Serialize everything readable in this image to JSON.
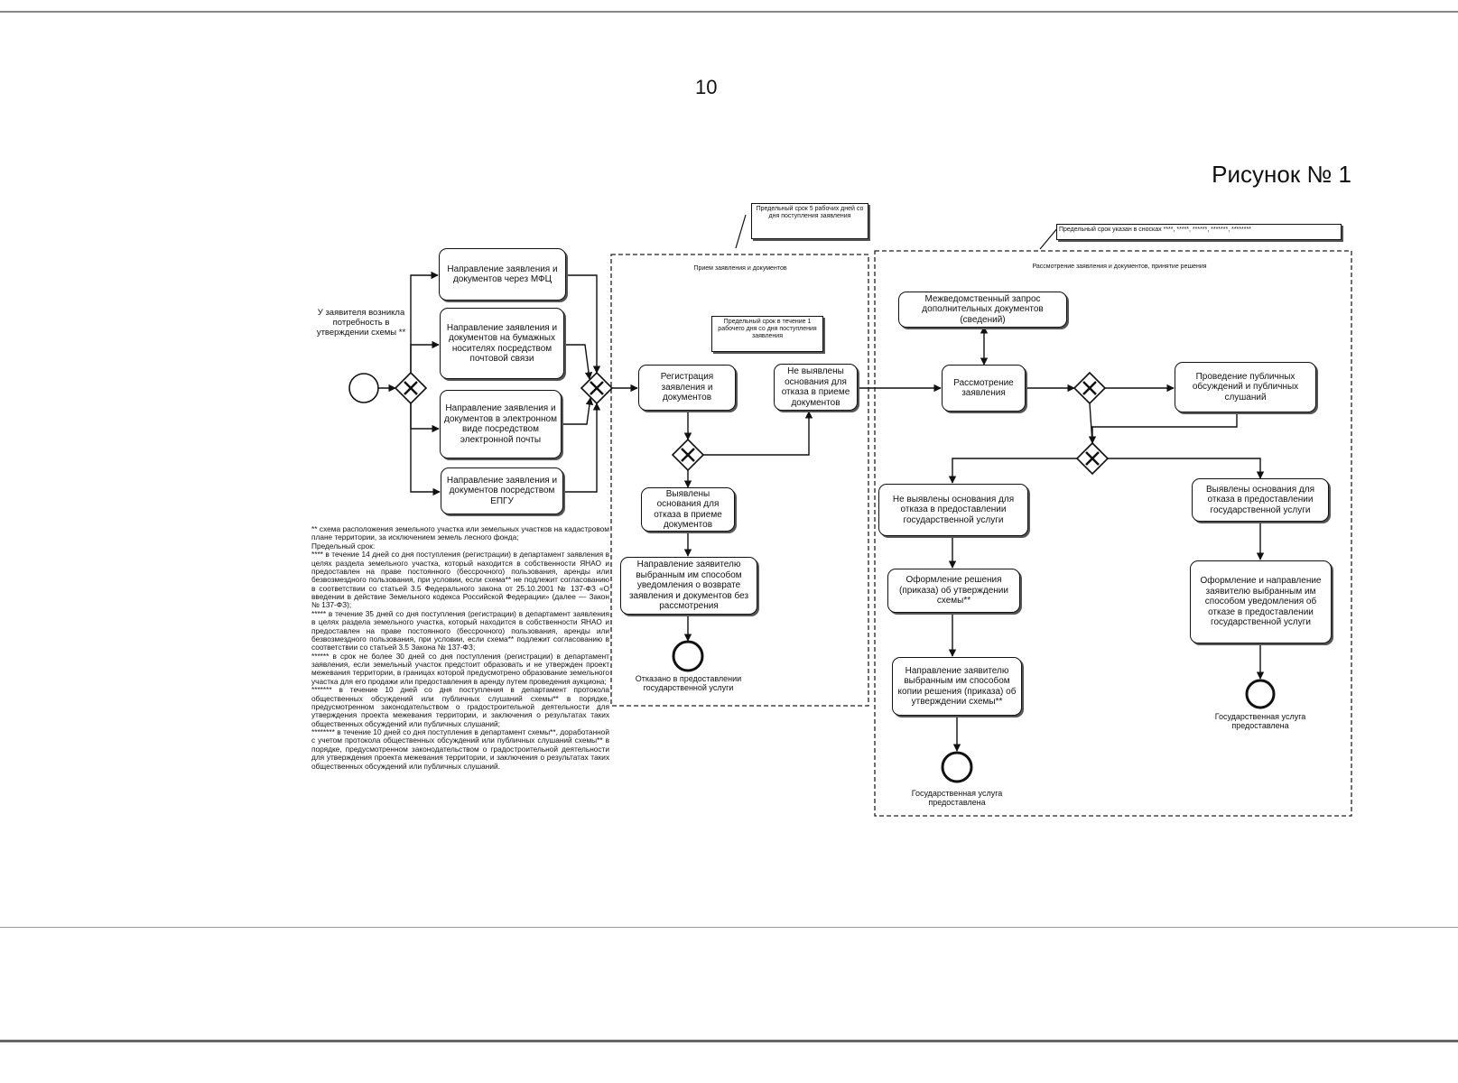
{
  "page": {
    "number": "10",
    "figure_title": "Рисунок № 1"
  },
  "notes": {
    "deadline_intake": "Предельный срок 5 рабочих дней со дня поступления заявления",
    "deadline_review": "Предельный срок указан в сносках ****, *****, ******, *******, ********",
    "deadline_registration": "Предельный срок в течение 1 рабочего дня со дня поступления заявления"
  },
  "lanes": {
    "intake": "Прием заявления и документов",
    "review": "Рассмотрение заявления и документов, принятие решения"
  },
  "nodes": {
    "start": "У заявителя возникла потребность в утверждении схемы **",
    "via_mfc": "Направление заявления и документов через МФЦ",
    "via_post": "Направление заявления и документов на бумажных носителях посредством почтовой связи",
    "via_email": "Направление заявления и документов в электронном виде посредством электронной почты",
    "via_epgu": "Направление заявления и документов посредством ЕПГУ",
    "registration": "Регистрация заявления и документов",
    "no_grounds_intake": "Не выявлены основания для отказа в приеме документов",
    "grounds_intake": "Выявлены основания для отказа в приеме документов",
    "return_notice": "Направление заявителю выбранным им способом уведомления о возврате заявления и документов без рассмотрения",
    "end_refused": "Отказано в предоставлении государственной услуги",
    "interagency": "Межведомственный запрос дополнительных документов (сведений)",
    "review": "Рассмотрение заявления",
    "public_hearings": "Проведение публичных обсуждений и публичных слушаний",
    "no_grounds_refusal": "Не выявлены основания для отказа в предоставлении государственной услуги",
    "grounds_refusal": "Выявлены основания для отказа в предоставлении государственной услуги",
    "decision": "Оформление решения (приказа) об утверждении схемы**",
    "send_decision": "Направление заявителю выбранным им способом копии решения (приказа) об утверждении схемы**",
    "refusal_notice": "Оформление и направление заявителю выбранным им способом уведомления об отказе в предоставлении государственной услуги",
    "end_provided_1": "Государственная услуга предоставлена",
    "end_provided_2": "Государственная услуга предоставлена"
  },
  "footnote": "** схема расположения земельного участка или земельных участков на кадастровом плане территории, за исключением земель лесного фонда;\nПредельный срок:\n**** в течение 14 дней со дня поступления (регистрации) в департамент заявления в целях раздела земельного участка, который находится в собственности ЯНАО и предоставлен на праве постоянного (бессрочного) пользования, аренды или безвозмездного пользования, при условии, если схема** не подлежит согласованию в соответствии со статьей 3.5 Федерального закона от 25.10.2001 № 137-ФЗ «О введении в действие Земельного кодекса Российской Федерации» (далее — Закон № 137-ФЗ);\n***** в течение 35 дней со дня поступления (регистрации) в департамент заявления в целях раздела земельного участка, который находится в собственности ЯНАО и предоставлен на праве постоянного (бессрочного) пользования, аренды или безвозмездного пользования, при условии, если схема** подлежит согласованию в соответствии со статьей 3.5 Закона № 137-ФЗ;\n****** в срок не более 30 дней со дня поступления (регистрации) в департамент заявления, если земельный участок предстоит образовать и не утвержден проект межевания территории, в границах которой предусмотрено образование земельного участка для его продажи или предоставления в аренду путем проведения аукциона;\n******* в течение 10 дней со дня поступления в департамент протокола общественных обсуждений или публичных слушаний схемы** в порядке, предусмотренном законодательством о градостроительной деятельности для утверждения проекта межевания территории, и заключения о результатах таких общественных обсуждений или публичных слушаний;\n******** в течение 10 дней со дня поступления в департамент схемы**, доработанной с учетом протокола общественных обсуждений или публичных слушаний схемы** в порядке, предусмотренном законодательством о градостроительной деятельности для утверждения проекта межевания территории, и заключения о результатах таких общественных обсуждений или публичных слушаний."
}
